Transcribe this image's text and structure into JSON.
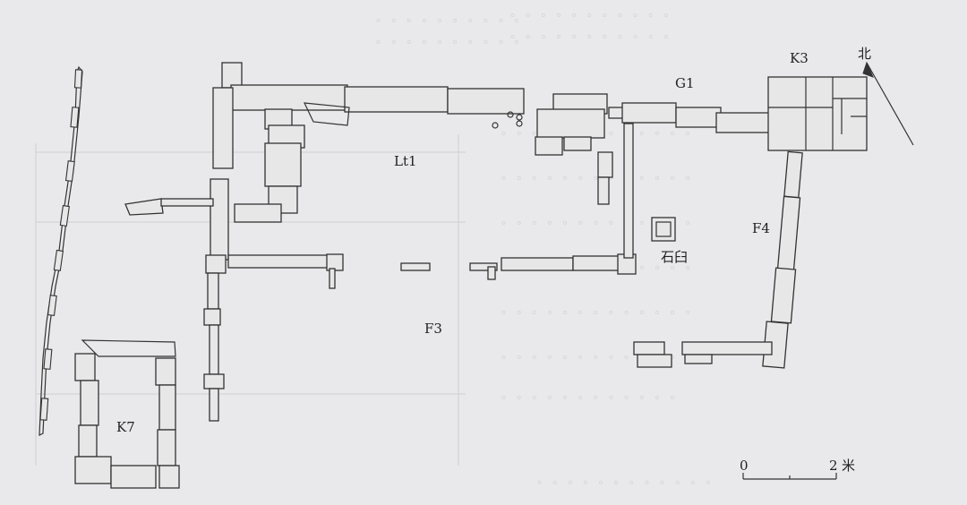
{
  "labels": {
    "K3": "K3",
    "G1": "G1",
    "Lt1": "Lt1",
    "F3": "F3",
    "F4": "F4",
    "K7": "K7",
    "stone_mortar": "石臼",
    "north": "北"
  },
  "scale_bar": {
    "start": "0",
    "end": "2",
    "unit": "米"
  }
}
